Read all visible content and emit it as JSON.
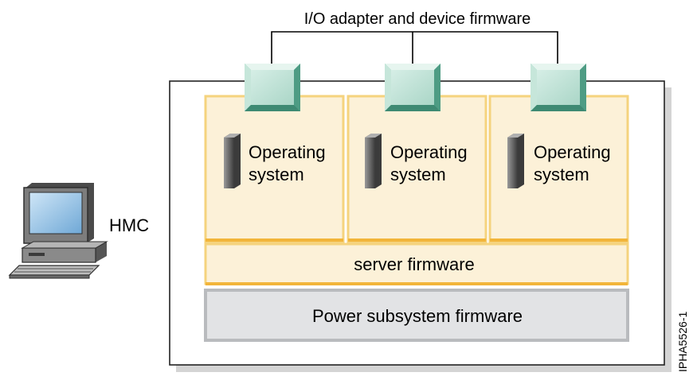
{
  "title": "I/O adapter and device firmware",
  "hmc_label": "HMC",
  "partitions": [
    {
      "line1": "Operating",
      "line2": "system"
    },
    {
      "line1": "Operating",
      "line2": "system"
    },
    {
      "line1": "Operating",
      "line2": "system"
    }
  ],
  "server_firmware": "server firmware",
  "power_firmware": "Power subsystem firmware",
  "figure_id": "IPHA5526-1",
  "colors": {
    "partition_fill": "#fcf1d8",
    "partition_border": "#f5d37e",
    "firmware_bar_line": "#f2b53a",
    "adapter_fill": "#b7dccf",
    "adapter_bevel_dark": "#5fae97",
    "power_fill": "#e2e3e5",
    "power_border": "#b9bbbe",
    "frame": "#222222",
    "frame_shadow": "#cfcfcf"
  }
}
